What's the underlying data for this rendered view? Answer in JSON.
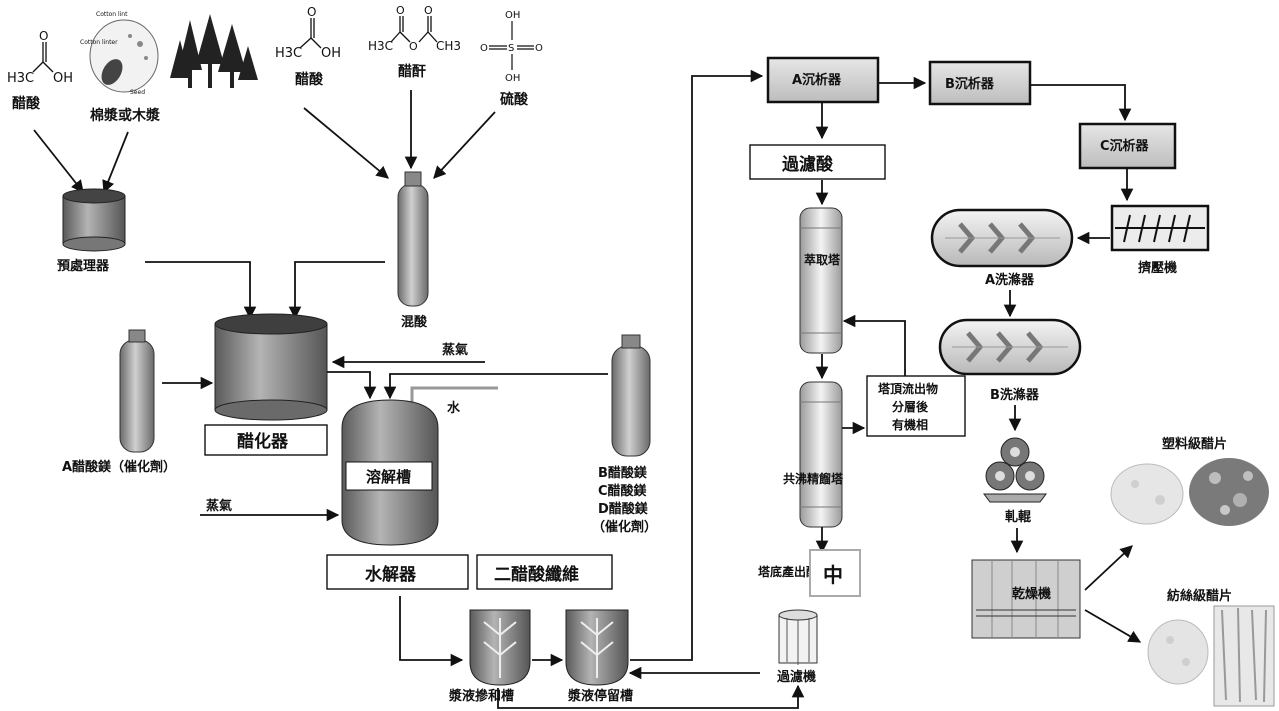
{
  "colors": {
    "line": "#111111",
    "tank": "#9a9a9a",
    "tank_dark": "#5e5e5e",
    "tank_light": "#d9d9d9",
    "box_fill": "#d6d6d6",
    "white": "#ffffff",
    "pulp": "#e9e9e9"
  },
  "inputs": {
    "acetic_acid_left": {
      "label": "醋酸",
      "formula_h3c": "H3C",
      "formula_oh": "OH"
    },
    "pulp": {
      "label": "棉漿或木漿",
      "tags": [
        "Cotton lint",
        "Cotton linter",
        "Seed"
      ]
    },
    "acetic_acid_mid": {
      "label": "醋酸",
      "formula_h3c": "H3C",
      "formula_oh": "OH"
    },
    "acetic_anhydride": {
      "label": "醋酐",
      "formula_h3c": "H3C",
      "formula_ch3": "CH3"
    },
    "sulfuric_acid": {
      "label": "硫酸",
      "formula": [
        "OH",
        "O",
        "S",
        "O",
        "OH"
      ]
    }
  },
  "units": {
    "pretreater": "預處理器",
    "mixed_acid": "混酸",
    "acetylator": "醋化器",
    "catalyst_a": "A醋酸鎂（催化劑）",
    "catalyst_bcd": [
      "B醋酸鎂",
      "C醋酸鎂",
      "D醋酸鎂",
      "（催化劑）"
    ],
    "steam_top": "蒸氣",
    "water": "水",
    "dissolver": "溶解槽",
    "steam_bottom": "蒸氣",
    "hydrolyzer": "水解器",
    "cellulose_diacetate": "二醋酸纖維",
    "slurry_mixer": "漿液摻和槽",
    "slurry_holder": "漿液停留槽",
    "filter": "過濾機",
    "precip_a": "A沉析器",
    "precip_b": "B沉析器",
    "precip_c": "C沉析器",
    "filtered_acid": "過濾酸",
    "extraction_tower": "萃取塔",
    "azeotropic_tower": "共沸精餾塔",
    "overhead_note": [
      "塔頂流出物",
      "分層後",
      "有機相"
    ],
    "tower_bottom": "塔底產出醋酸",
    "overlay_badge": "中",
    "squeezer": "擠壓機",
    "washer_a": "A洗滌器",
    "washer_b": "B洗滌器",
    "roller": "軋輥",
    "dryer": "乾燥機",
    "plastic_flakes": "塑料級醋片",
    "textile_flakes": "紡絲級醋片"
  }
}
